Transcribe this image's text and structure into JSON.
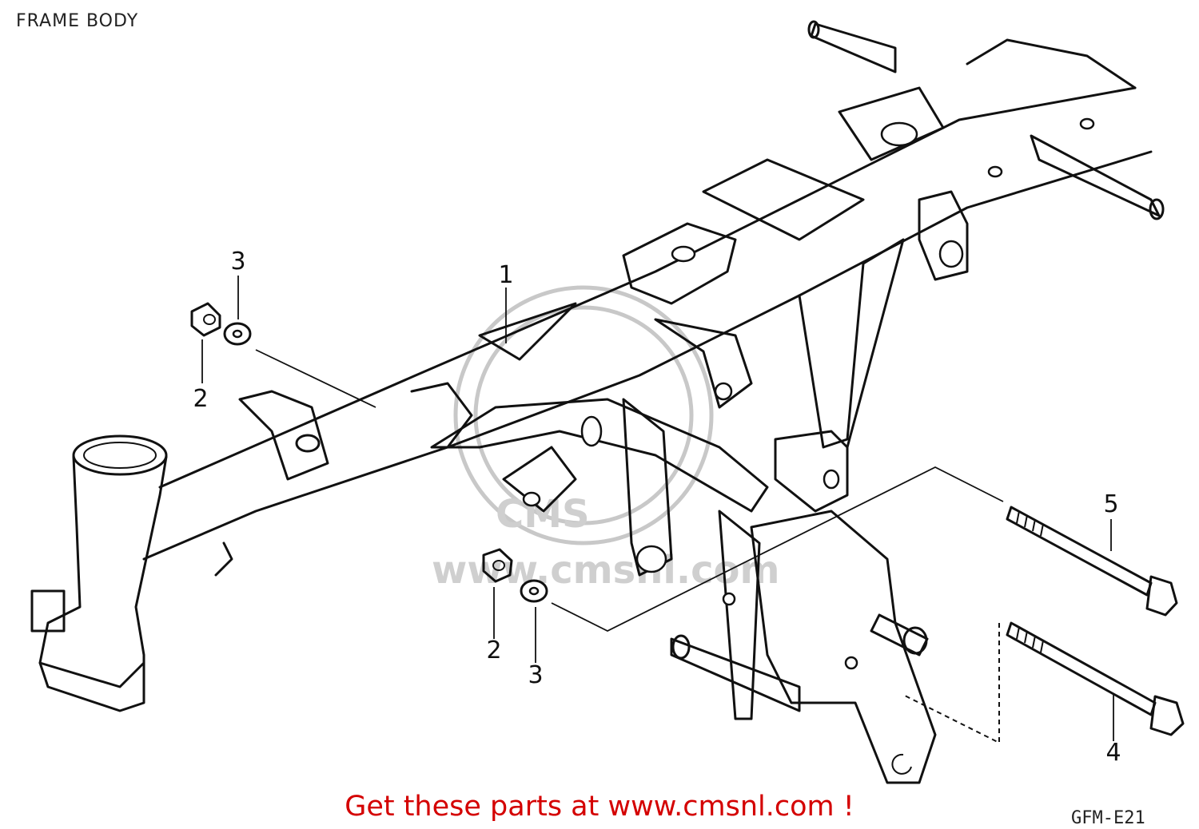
{
  "title": "FRAME BODY",
  "footer": {
    "cta": "Get these parts at www.cmsnl.com !",
    "diagram_code": "GFM-E21"
  },
  "watermark": {
    "brand": "CMS",
    "url": "www.cmsnl.com"
  },
  "callouts": [
    {
      "id": "c1",
      "label": "1"
    },
    {
      "id": "c2a",
      "label": "2"
    },
    {
      "id": "c3a",
      "label": "3"
    },
    {
      "id": "c2b",
      "label": "2"
    },
    {
      "id": "c3b",
      "label": "3"
    },
    {
      "id": "c4",
      "label": "4"
    },
    {
      "id": "c5",
      "label": "5"
    }
  ]
}
